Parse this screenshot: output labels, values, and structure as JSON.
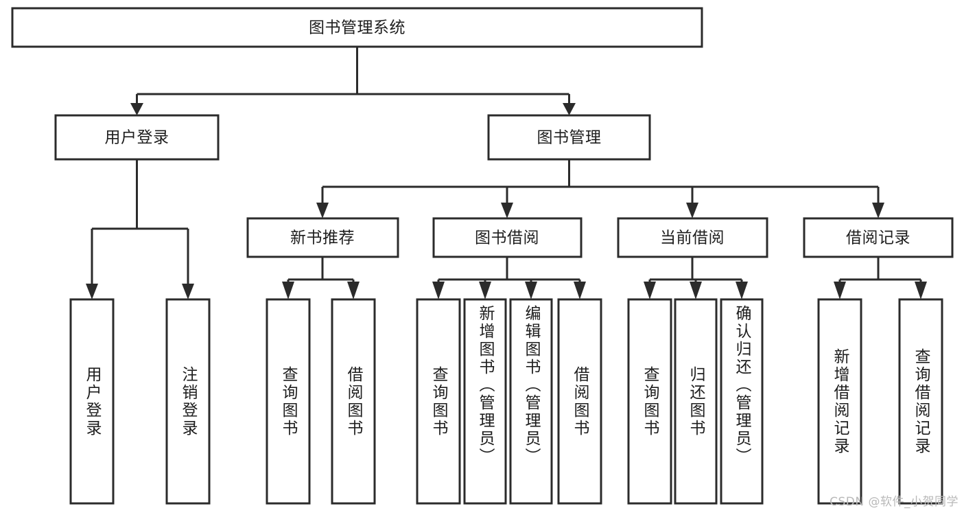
{
  "diagram": {
    "type": "tree",
    "title": "图书管理系统",
    "orientation": "top-down",
    "levels": 4,
    "colors": {
      "box_stroke": "#2b2b2b",
      "box_fill": "#ffffff",
      "text": "#1d1d1d",
      "connector": "#2b2b2b",
      "watermark": "#b9b9b9",
      "background": "#ffffff"
    },
    "root": {
      "id": "root",
      "label": "图书管理系统"
    },
    "level2": [
      {
        "id": "user-login",
        "label": "用户登录"
      },
      {
        "id": "book-management",
        "label": "图书管理"
      }
    ],
    "level3": [
      {
        "id": "new-book-recommend",
        "label": "新书推荐",
        "parent": "book-management"
      },
      {
        "id": "book-borrow",
        "label": "图书借阅",
        "parent": "book-management"
      },
      {
        "id": "current-borrow",
        "label": "当前借阅",
        "parent": "book-management"
      },
      {
        "id": "borrow-record",
        "label": "借阅记录",
        "parent": "book-management"
      }
    ],
    "leaves": [
      {
        "id": "leaf-user-login",
        "label": "用户登录",
        "parent": "user-login"
      },
      {
        "id": "leaf-logout-login",
        "label": "注销登录",
        "parent": "user-login"
      },
      {
        "id": "leaf-query-book-1",
        "label": "查询图书",
        "parent": "new-book-recommend"
      },
      {
        "id": "leaf-borrow-book-1",
        "label": "借阅图书",
        "parent": "new-book-recommend"
      },
      {
        "id": "leaf-query-book-2",
        "label": "查询图书",
        "parent": "book-borrow"
      },
      {
        "id": "leaf-add-book",
        "label": "新增图书（管理员）",
        "parent": "book-borrow"
      },
      {
        "id": "leaf-edit-book",
        "label": "编辑图书（管理员）",
        "parent": "book-borrow"
      },
      {
        "id": "leaf-borrow-book-2",
        "label": "借阅图书",
        "parent": "book-borrow"
      },
      {
        "id": "leaf-query-book-3",
        "label": "查询图书",
        "parent": "current-borrow"
      },
      {
        "id": "leaf-return-book",
        "label": "归还图书",
        "parent": "current-borrow"
      },
      {
        "id": "leaf-confirm-return",
        "label": "确认归还（管理员）",
        "parent": "current-borrow"
      },
      {
        "id": "leaf-add-record",
        "label": "新增借阅记录",
        "parent": "borrow-record"
      },
      {
        "id": "leaf-query-record",
        "label": "查询借阅记录",
        "parent": "borrow-record"
      }
    ]
  },
  "watermark": {
    "text": "CSDN @软件_小贺同学"
  }
}
